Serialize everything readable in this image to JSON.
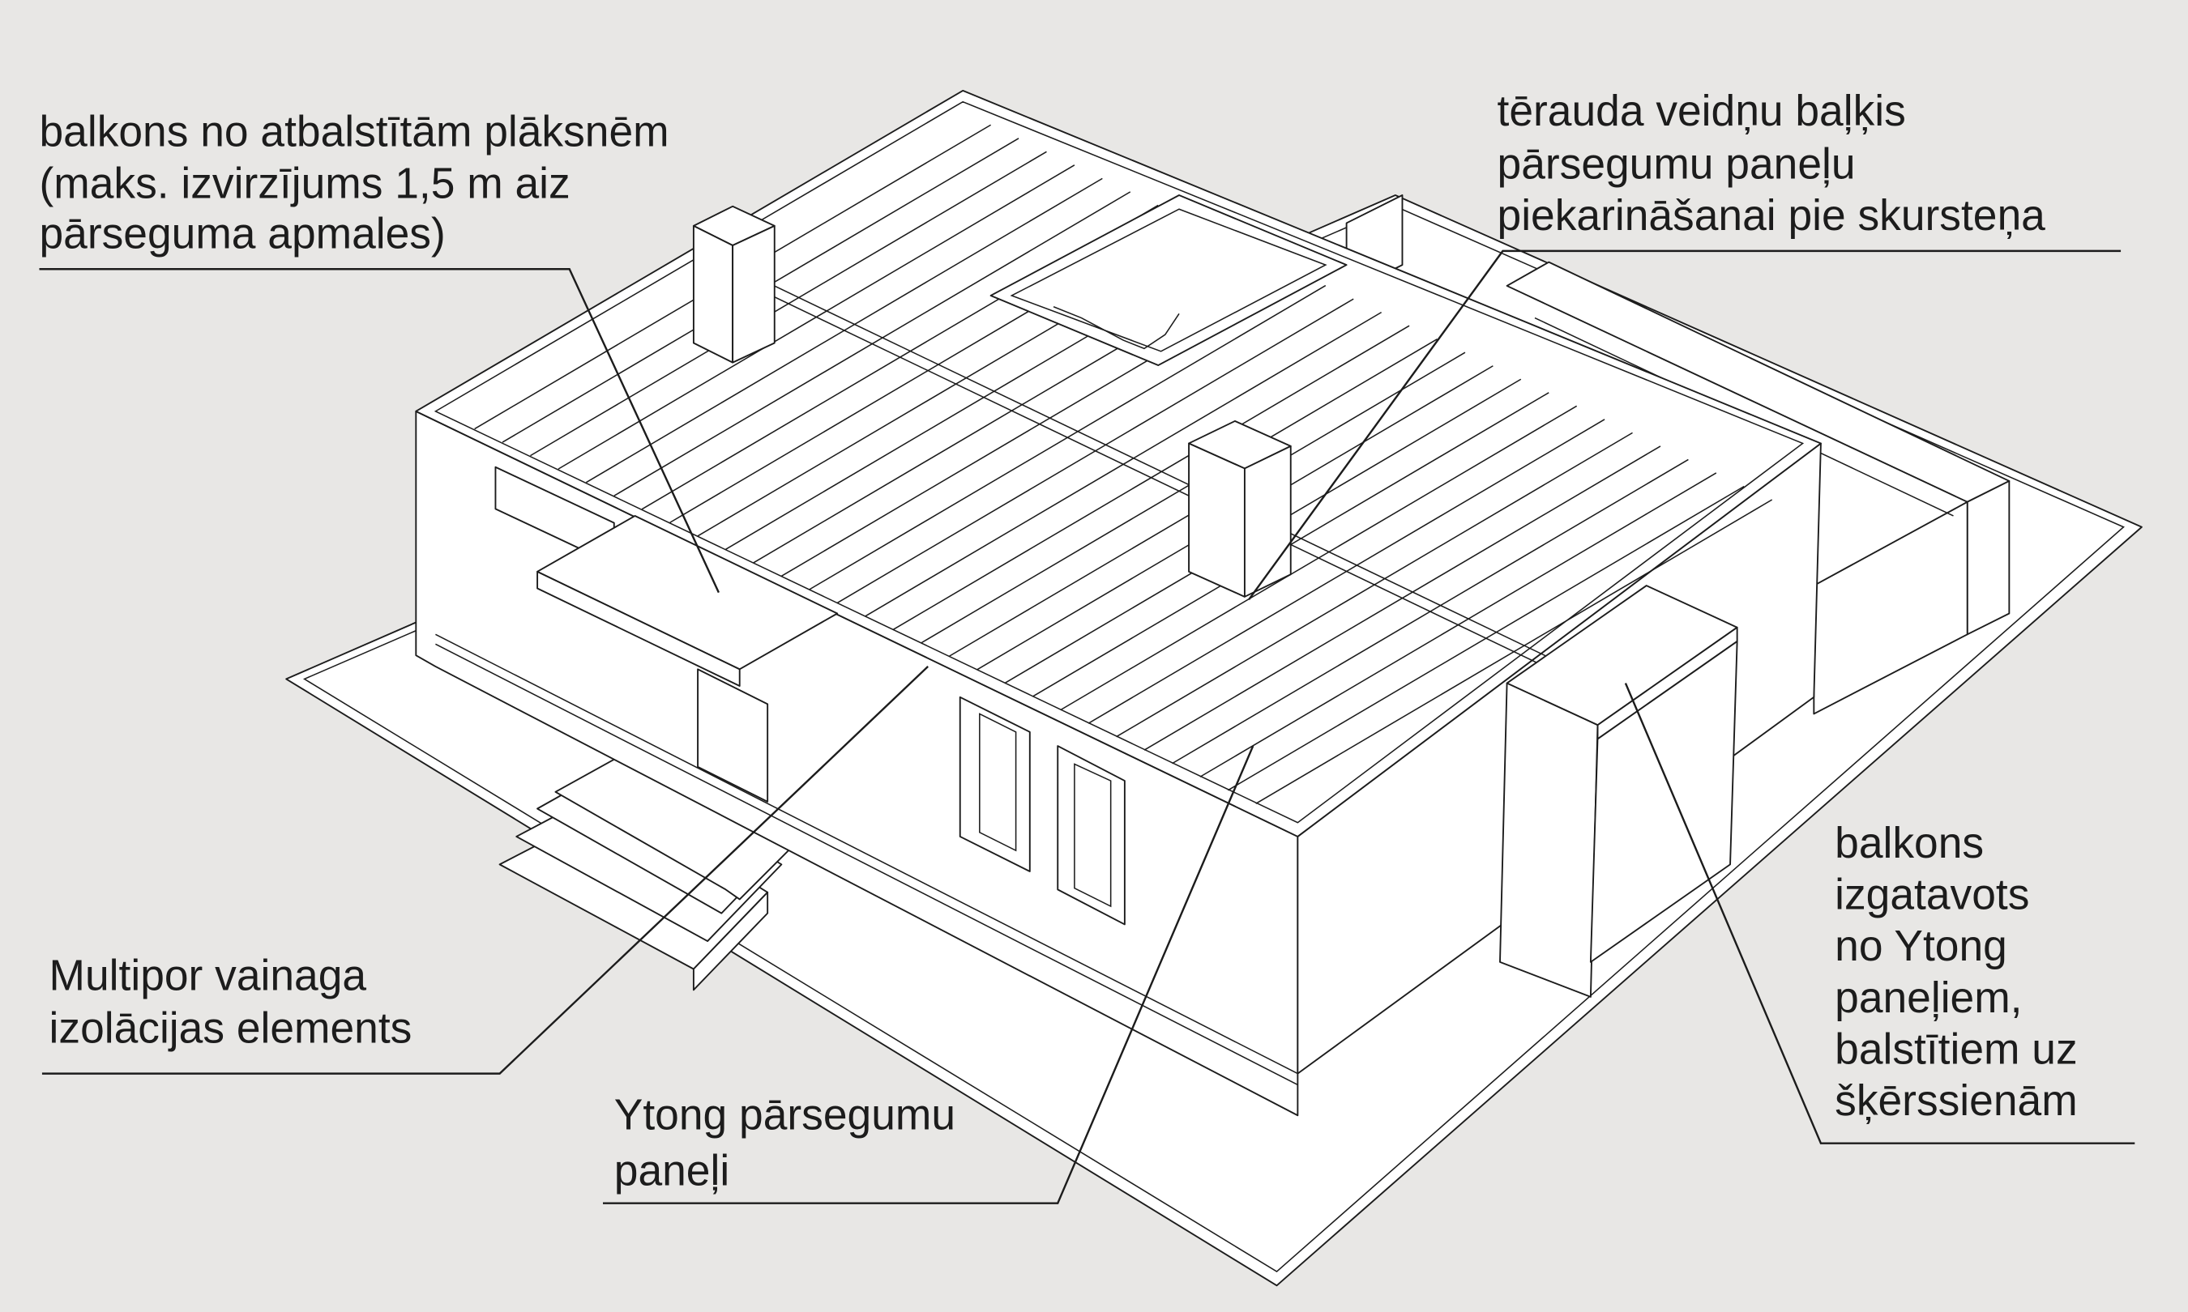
{
  "title": "Ytong house roof / floor slab axonometric diagram",
  "labels": {
    "balcony_slabs": [
      "balkons no atbalstītām plāksnēm",
      "(maks. izvirzījums 1,5 m aiz",
      "pārseguma apmales)"
    ],
    "steel_beam": [
      "tērauda veidņu baļķis",
      "pārsegumu paneļu",
      "piekarināšanai pie skursteņa"
    ],
    "balcony_ytong": [
      "balkons",
      "izgatavots",
      "no Ytong",
      "paneļiem,",
      "balstītiem uz",
      "šķērssienām"
    ],
    "multipor": [
      "Multipor vainaga",
      "izolācijas elements"
    ],
    "floor_panels": [
      "Ytong pārsegumu",
      "paneļi"
    ]
  },
  "colors": {
    "background": "#e8e7e5",
    "line": "#1c1c1c",
    "fill": "#ffffff"
  }
}
